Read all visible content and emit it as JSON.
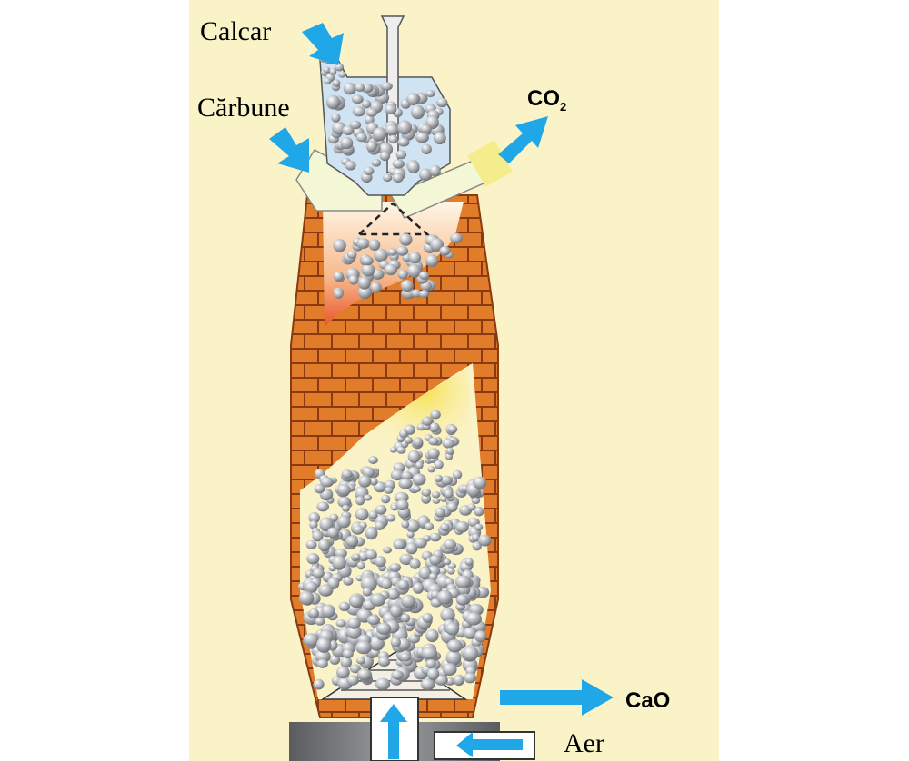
{
  "labels": {
    "calcar": "Calcar",
    "carbune": "Cărbune",
    "co2_main": "CO",
    "co2_sub": "2",
    "cao": "CaO",
    "aer": "Aer"
  },
  "colors": {
    "background": "#fbf3c8",
    "brick": "#e07c2a",
    "mortar": "#8a3a10",
    "arrow": "#1fa7e8",
    "hopper": "#cfe3f3",
    "pipe": "#f4f7d6",
    "stone": "#8f949a",
    "base": "#6d6f72"
  },
  "icons": {
    "feed_arrows": "arrow-icon",
    "stones": "limestone-pebble"
  }
}
